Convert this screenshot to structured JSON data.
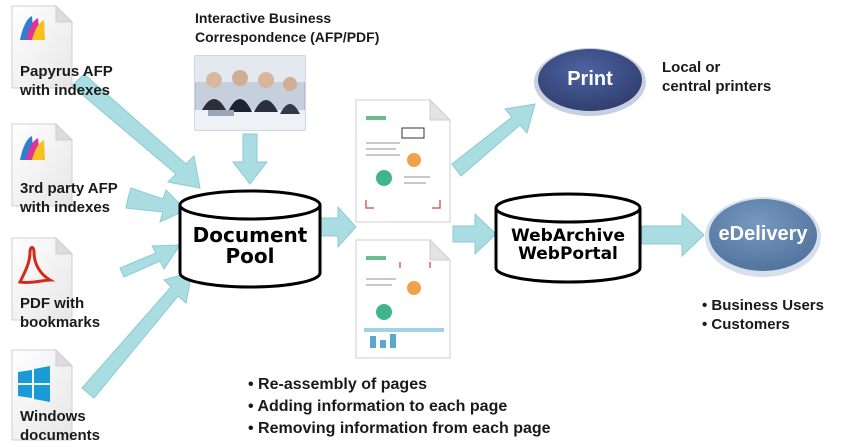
{
  "inputs": {
    "papyrus": {
      "line1": "Papyrus AFP",
      "line2": "with indexes"
    },
    "thirdparty": {
      "line1": "3rd party AFP",
      "line2": "with indexes"
    },
    "pdf": {
      "line1": "PDF with",
      "line2": "bookmarks"
    },
    "windows": {
      "line1": "Windows",
      "line2": "documents"
    }
  },
  "ibc": {
    "line1": "Interactive Business",
    "line2": "Correspondence (AFP/PDF)"
  },
  "pool": {
    "line1": "Document",
    "line2": "Pool"
  },
  "webarchive": {
    "line1": "WebArchive",
    "line2": "WebPortal"
  },
  "print": {
    "label": "Print",
    "desc1": "Local or",
    "desc2": "central printers"
  },
  "edelivery": {
    "label": "eDelivery",
    "bullet1": "• Business Users",
    "bullet2": "• Customers"
  },
  "operations": {
    "item1": "• Re-assembly of pages",
    "item2": "• Adding information to each page",
    "item3": "• Removing information from each page"
  },
  "colors": {
    "arrow": "#a9dde2",
    "arrow_stroke": "#8ccbd2",
    "print_oval": "#3c4e85",
    "edelivery_oval": "#5e84ad",
    "pdf_red": "#d42a1e",
    "windows_blue": "#1a9ad6"
  }
}
